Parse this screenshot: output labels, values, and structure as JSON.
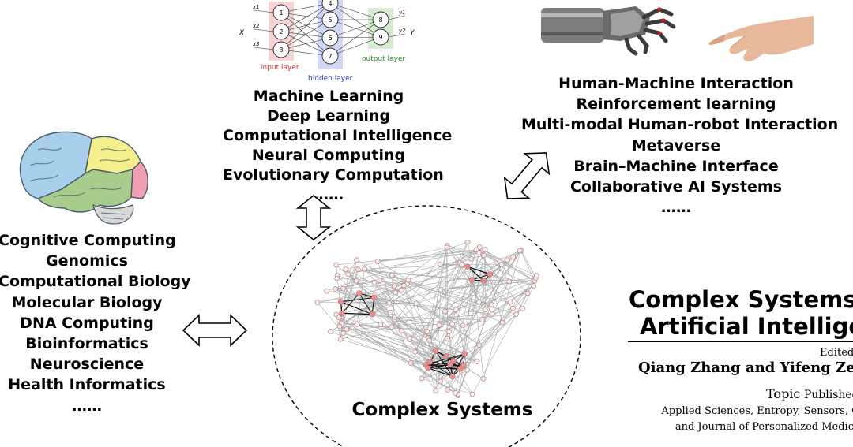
{
  "left_list": [
    "Cognitive Computing",
    "Genomics",
    "Computational Biology",
    "Molecular Biology",
    "DNA Computing",
    "Bioinformatics",
    "Neuroscience",
    "Health Informatics",
    "……"
  ],
  "top_list": [
    "Machine Learning",
    "Deep Learning",
    "Computational Intelligence",
    "Neural Computing",
    "Evolutionary Computation",
    "……"
  ],
  "right_list": [
    "Human-Machine Interaction",
    "Reinforcement learning",
    "Multi-modal Human-robot Interaction",
    "Metaverse",
    "Brain–Machine Interface",
    "Collaborative AI Systems",
    "……"
  ],
  "center_label": "Complex Systems",
  "neural_net": {
    "input_label": "input layer",
    "hidden_label": "hidden layer",
    "output_label": "output layer",
    "input_nodes": [
      "1",
      "2",
      "3"
    ],
    "hidden_nodes": [
      "4",
      "5",
      "6",
      "7"
    ],
    "output_nodes": [
      "8",
      "9"
    ],
    "input_vars": [
      "x1",
      "x2",
      "x3"
    ],
    "x_label": "X",
    "y_label": "Y",
    "output_vars": [
      "y1",
      "y2"
    ]
  },
  "book": {
    "title_line1": "Complex Systems a",
    "title_line2": "Artificial Intelligenc",
    "edited": "Edited",
    "editors": "Qiang Zhang and Yifeng Zer",
    "topic_word": "Topic",
    "published": " Published",
    "journals_line1": "Applied Sciences, Entropy, Sensors, Ger",
    "journals_line2": "and Journal of Personalized Medici"
  },
  "colors": {
    "input_layer": "#d03030",
    "hidden_layer": "#2a3fbf",
    "output_layer": "#2f8a2f",
    "network_node": "#e89090",
    "network_edge": "#9a9a9a"
  },
  "icons": [
    "brain-illustration-icon",
    "robot-hand-icon",
    "human-hand-icon",
    "double-arrow-icon",
    "network-graph-icon"
  ]
}
